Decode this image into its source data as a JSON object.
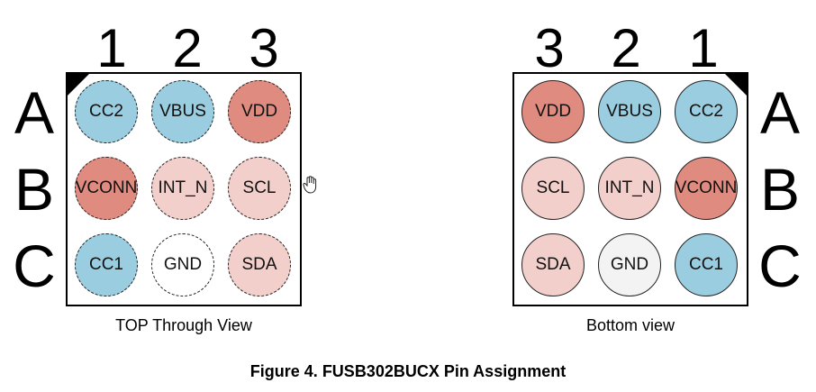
{
  "colors": {
    "power_dark": "#df8b80",
    "power_light": "#f2cfcb",
    "signal_blue": "#9bcde0",
    "ground": "#f3f3f3"
  },
  "top_view": {
    "caption": "TOP Through View",
    "columns": [
      "1",
      "2",
      "3"
    ],
    "rows": [
      "A",
      "B",
      "C"
    ],
    "pins": [
      {
        "label": "CC2",
        "color": "signal_blue"
      },
      {
        "label": "VBUS",
        "color": "signal_blue"
      },
      {
        "label": "VDD",
        "color": "power_dark"
      },
      {
        "label": "VCONN",
        "color": "power_dark"
      },
      {
        "label": "INT_N",
        "color": "power_light"
      },
      {
        "label": "SCL",
        "color": "power_light"
      },
      {
        "label": "CC1",
        "color": "signal_blue"
      },
      {
        "label": "GND",
        "color": "none"
      },
      {
        "label": "SDA",
        "color": "power_light"
      }
    ]
  },
  "bottom_view": {
    "caption": "Bottom view",
    "columns": [
      "3",
      "2",
      "1"
    ],
    "rows": [
      "A",
      "B",
      "C"
    ],
    "pins": [
      {
        "label": "VDD",
        "color": "power_dark"
      },
      {
        "label": "VBUS",
        "color": "signal_blue"
      },
      {
        "label": "CC2",
        "color": "signal_blue"
      },
      {
        "label": "SCL",
        "color": "power_light"
      },
      {
        "label": "INT_N",
        "color": "power_light"
      },
      {
        "label": "VCONN",
        "color": "power_dark"
      },
      {
        "label": "SDA",
        "color": "power_light"
      },
      {
        "label": "GND",
        "color": "ground"
      },
      {
        "label": "CC1",
        "color": "signal_blue"
      }
    ]
  },
  "figure_caption": "Figure 4. FUSB302BUCX Pin Assignment",
  "cursor_icon": "hand-pointer-icon"
}
